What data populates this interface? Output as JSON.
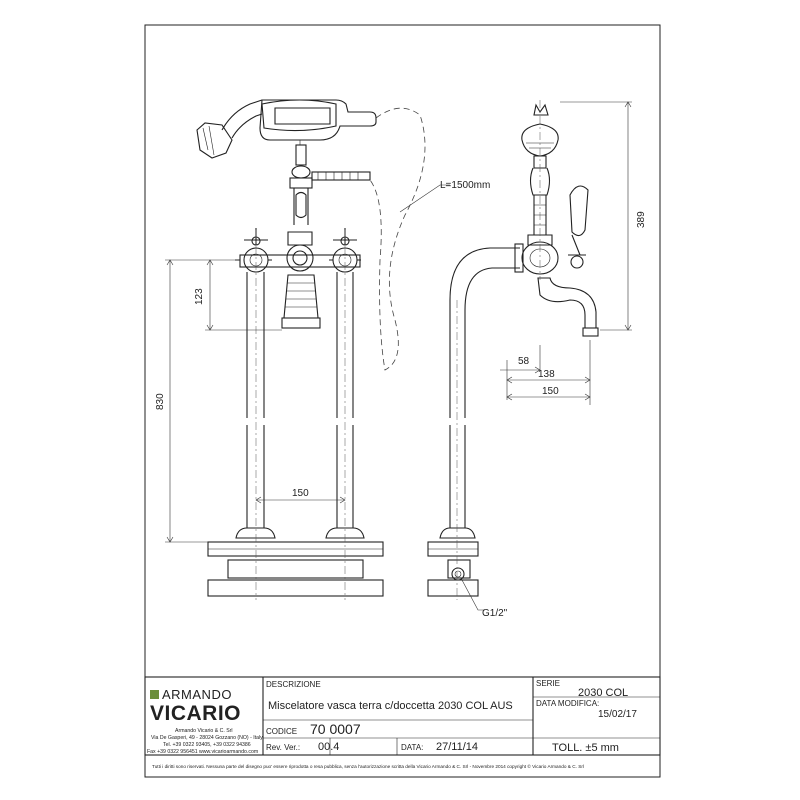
{
  "logo": {
    "brand_top": "ARMANDO",
    "brand_bottom": "VICARIO",
    "company_lines": [
      "Armando Vicario & C. Srl",
      "Via De Gasperi, 49 - 28024 Gozzano (NO) - Italy",
      "Tel. +39 0322 93405, +39 0322 94386",
      "Fax +39 0322 956451  www.vicarioarmando.com"
    ]
  },
  "drawing": {
    "dimensions": {
      "handle_height": "123",
      "total_height": "830",
      "center_distance": "150",
      "side_height": "389",
      "offset_58": "58",
      "offset_138": "138",
      "offset_150": "150",
      "hose_length": "L=1500mm",
      "thread": "G1/2\""
    }
  },
  "title_block": {
    "descrizione_label": "DESCRIZIONE",
    "descrizione_value": "Miscelatore vasca terra c/doccetta 2030 COL AUS",
    "codice_label": "CODICE",
    "codice_value": "70 0007",
    "rev_label": "Rev. Ver.:",
    "rev_value": "00.4",
    "data_label": "DATA:",
    "data_value": "27/11/14",
    "serie_label": "SERIE",
    "serie_value": "2030 COL",
    "data_modifica_label": "DATA MODIFICA:",
    "data_modifica_value": "15/02/17",
    "toll_value": "TOLL. ±5 mm",
    "copyright": "Tutti i diritti sono riservati. Nessuna parte del disegno puo' essere riprodotta o resa pubblica, senza l'autorizzazione scritta della Vicario Armando & C. Srl - Novembre 2014 copyright © Vicario Armando & C. Srl"
  }
}
